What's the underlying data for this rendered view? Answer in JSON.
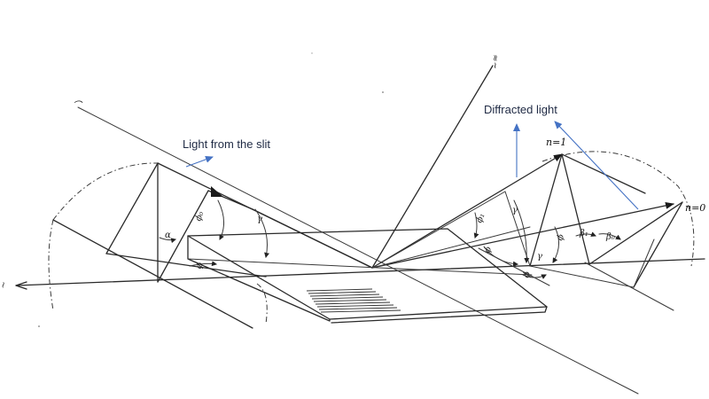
{
  "labels": {
    "light_from_slit": "Light from the slit",
    "diffracted_light": "Diffracted light"
  },
  "orders": {
    "first": "n=1",
    "zero": "n=0"
  },
  "colors": {
    "annotation_arrow": "#4472c4",
    "line_ink": "#2a2a2a"
  }
}
